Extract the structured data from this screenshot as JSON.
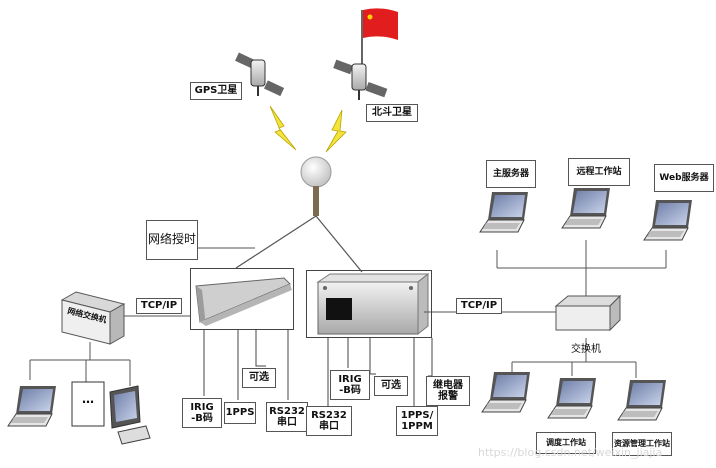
{
  "satellites": {
    "gps_label": "GPS卫星",
    "beidou_label": "北斗卫星"
  },
  "network_timing_label": "网络授时",
  "links": {
    "left_protocol": "TCP/IP",
    "right_protocol": "TCP/IP"
  },
  "left_switch_label": "网络交换机",
  "ellipsis": "…",
  "device1_outputs": {
    "irig": "IRIG\n-B码",
    "pps": "1PPS",
    "optional": "可选",
    "rs232": "RS232\n串口"
  },
  "device2_outputs": {
    "rs232": "RS232\n串口",
    "irig": "IRIG\n-B码",
    "optional": "可选",
    "ppm": "1PPS/\n1PPM",
    "relay": "继电器\n报警"
  },
  "right_switch_label": "交换机",
  "right_nodes": {
    "main_server": "主服务器",
    "remote_workstation": "远程工作站",
    "web_server": "Web服务器",
    "dispatch_workstation": "调度工作站",
    "resource_workstation": "资源管理工作站"
  },
  "watermark": "https://blog.csdn.net/weixin_jiajia"
}
